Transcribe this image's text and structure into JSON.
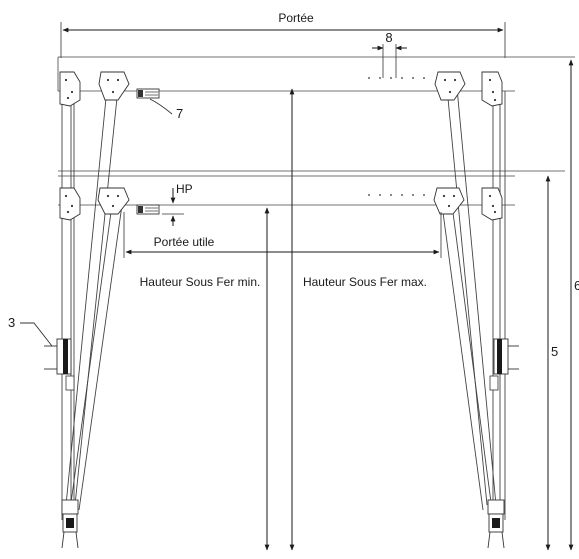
{
  "labels": {
    "span": "Portée",
    "useful_span": "Portée utile",
    "hp": "HP",
    "height_min": "Hauteur Sous Fer min.",
    "height_max": "Hauteur Sous Fer max."
  },
  "callouts": {
    "c3": "3",
    "c5": "5",
    "c6": "6",
    "c7": "7",
    "c8": "8"
  }
}
